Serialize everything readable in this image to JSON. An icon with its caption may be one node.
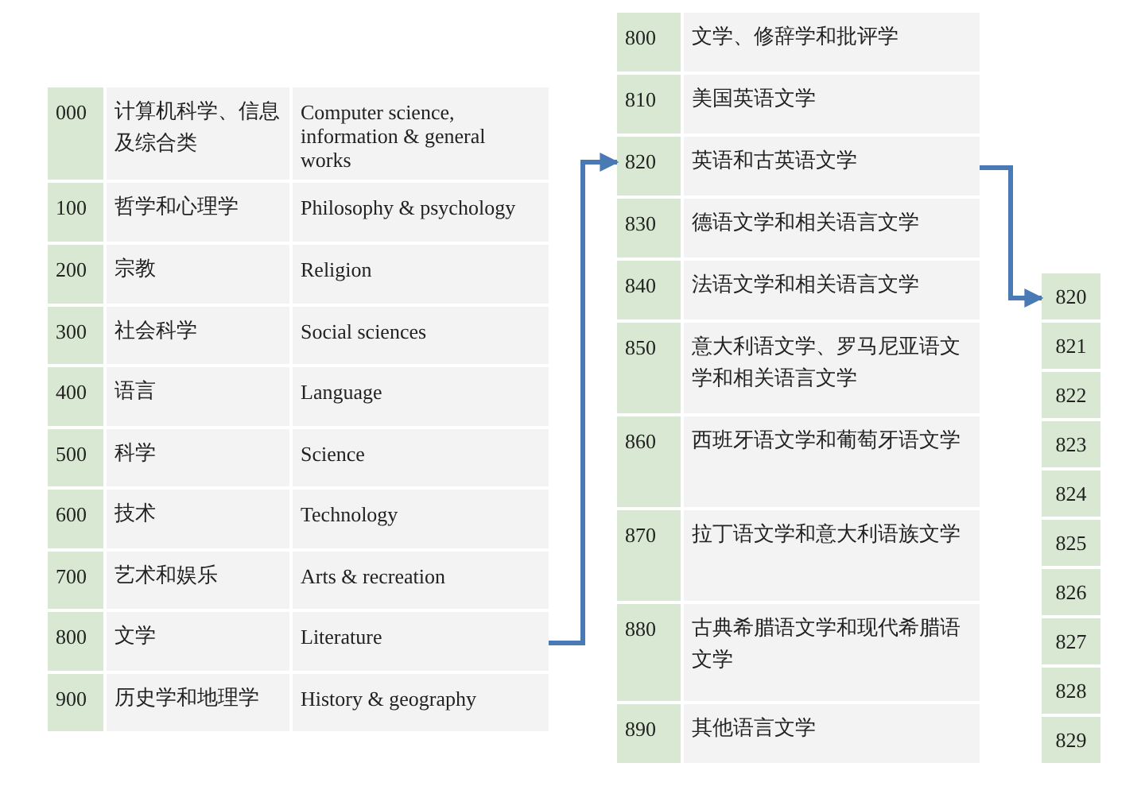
{
  "diagram": {
    "nodes": [
      {
        "text": [
          "000",
          "计算机科学、信息及综合类",
          "Computer science, information & general works"
        ]
      },
      {
        "text": [
          "100",
          "哲学和心理学",
          "Philosophy & psychology"
        ]
      },
      {
        "text": [
          "200",
          "宗教",
          "Religion"
        ]
      },
      {
        "text": [
          "300",
          "社会科学",
          "Social sciences"
        ]
      },
      {
        "text": [
          "400",
          "语言",
          "Language"
        ]
      },
      {
        "text": [
          "500",
          "科学",
          "Science"
        ]
      },
      {
        "text": [
          "600",
          "技术",
          "Technology"
        ]
      },
      {
        "text": [
          "700",
          "艺术和娱乐",
          "Arts & recreation"
        ]
      },
      {
        "text": [
          "800",
          "文学",
          "Literature"
        ]
      },
      {
        "text": [
          "900",
          "历史学和地理学",
          "History & geography"
        ]
      },
      {
        "text": [
          "800",
          "文学、修辞学和批评学"
        ]
      },
      {
        "text": [
          "810",
          "美国英语文学"
        ]
      },
      {
        "text": [
          "820",
          "英语和古英语文学"
        ]
      },
      {
        "text": [
          "830",
          "德语文学和相关语言文学"
        ]
      },
      {
        "text": [
          "840",
          "法语文学和相关语言文学"
        ]
      },
      {
        "text": [
          "850",
          "意大利语文学、罗马尼亚语文学和相关语言文学"
        ]
      },
      {
        "text": [
          "860",
          "西班牙语文学和葡萄牙语文学"
        ]
      },
      {
        "text": [
          "870",
          "拉丁语文学和意大利语族文学"
        ]
      },
      {
        "text": [
          "880",
          "古典希腊语文学和现代希腊语文学"
        ]
      },
      {
        "text": [
          "890",
          "其他语言文学"
        ]
      },
      {
        "text": [
          "820"
        ]
      },
      {
        "text": [
          "821"
        ]
      },
      {
        "text": [
          "822"
        ]
      },
      {
        "text": [
          "823"
        ]
      },
      {
        "text": [
          "824"
        ]
      },
      {
        "text": [
          "825"
        ]
      },
      {
        "text": [
          "826"
        ]
      },
      {
        "text": [
          "827"
        ]
      },
      {
        "text": [
          "828"
        ]
      },
      {
        "text": [
          "829"
        ]
      }
    ],
    "edges": [
      {
        "from": 8,
        "to": 12,
        "arrow": "to"
      },
      {
        "from": 12,
        "to": 20,
        "arrow": "to"
      }
    ]
  }
}
